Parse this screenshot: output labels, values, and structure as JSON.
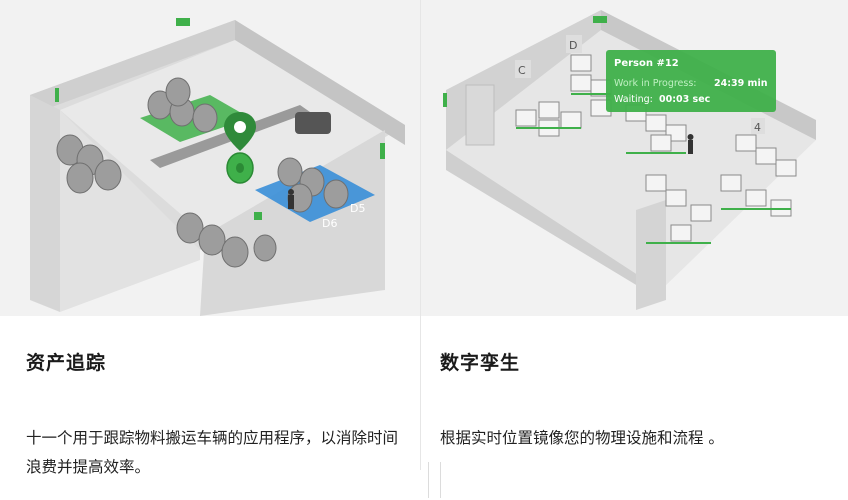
{
  "cards": [
    {
      "title": "资产追踪",
      "description": "十一个用于跟踪物料搬运车辆的应用程序，以消除时间浪费并提高效率。",
      "floor_labels": [
        "D5",
        "D6"
      ]
    },
    {
      "title": "数字孪生",
      "description": "根据实时位置镜像您的物理设施和流程 。",
      "zone_labels": [
        "C",
        "D",
        "4"
      ],
      "popup": {
        "person": "Person #12",
        "wip_label": "Work in Progress:",
        "wip_value": "24:39 min",
        "waiting_label": "Waiting:",
        "waiting_value": "00:03 sec"
      }
    }
  ],
  "colors": {
    "accent_green": "#3fb04a",
    "zone_blue": "#3a8fd8"
  }
}
